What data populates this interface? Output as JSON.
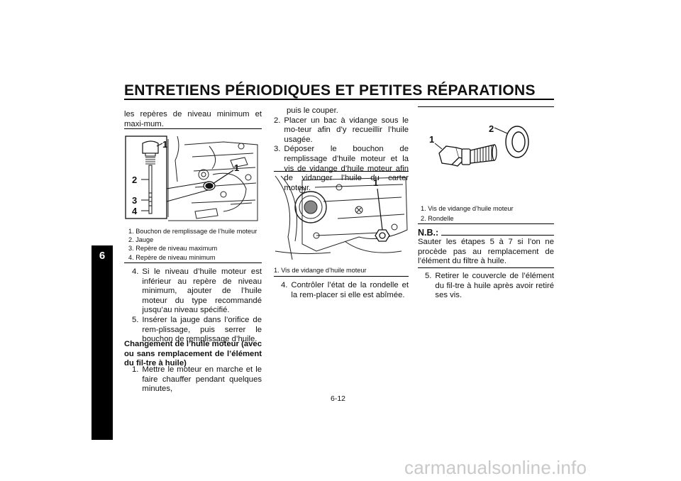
{
  "header": {
    "title": "ENTRETIENS PÉRIODIQUES ET PETITES RÉPARATIONS"
  },
  "chapter_tab": "6",
  "col1": {
    "intro": "les repères de niveau minimum et maxi-mum.",
    "figure_labels": {
      "a": "1",
      "b": "1",
      "c": "2",
      "d": "3",
      "e": "4"
    },
    "captions": [
      "1. Bouchon de remplissage de l’huile moteur",
      "2. Jauge",
      "3. Repère de niveau maximum",
      "4. Repère de niveau minimum"
    ],
    "steps": [
      {
        "num": "4.",
        "text": "Si le niveau d’huile moteur est inférieur au repère de niveau minimum, ajouter de l’huile moteur du type recommandé jusqu’au niveau spécifié."
      },
      {
        "num": "5.",
        "text": "Insérer la jauge dans l’orifice de rem-plissage, puis serrer le bouchon de remplissage d’huile."
      }
    ],
    "section_heading": "Changement de l’huile moteur (avec ou sans remplacement de l’élément du fil-tre à huile)",
    "step1": {
      "num": "1.",
      "text": "Mettre le moteur en marche et le faire chauffer pendant quelques minutes,"
    }
  },
  "col2": {
    "continuation": "puis le couper.",
    "steps": [
      {
        "num": "2.",
        "text": "Placer un bac à vidange sous le mo-teur afin d’y recueillir l’huile usagée."
      },
      {
        "num": "3.",
        "text": "Déposer le bouchon de remplissage d’huile moteur et la vis de vidange d’huile moteur afin de vidanger l’huile du carter moteur."
      }
    ],
    "figure_label": "1",
    "caption": "1. Vis de vidange d’huile moteur",
    "step4": {
      "num": "4.",
      "text": "Contrôler l’état de la rondelle et la rem-placer si elle est abîmée."
    }
  },
  "col3": {
    "figure_labels": {
      "a": "1",
      "b": "2"
    },
    "captions": [
      "1. Vis de vidange d’huile moteur",
      "2. Rondelle"
    ],
    "nb_title": "N.B.:",
    "nb_text": "Sauter les étapes 5 à 7 si l’on ne procède pas au remplacement de l’élément du filtre à huile.",
    "step5": {
      "num": "5.",
      "text": "Retirer le couvercle de l’élément du fil-tre à huile après avoir retiré ses vis."
    }
  },
  "footer": {
    "page_number": "6-12",
    "watermark": "carmanualsonline.info"
  }
}
